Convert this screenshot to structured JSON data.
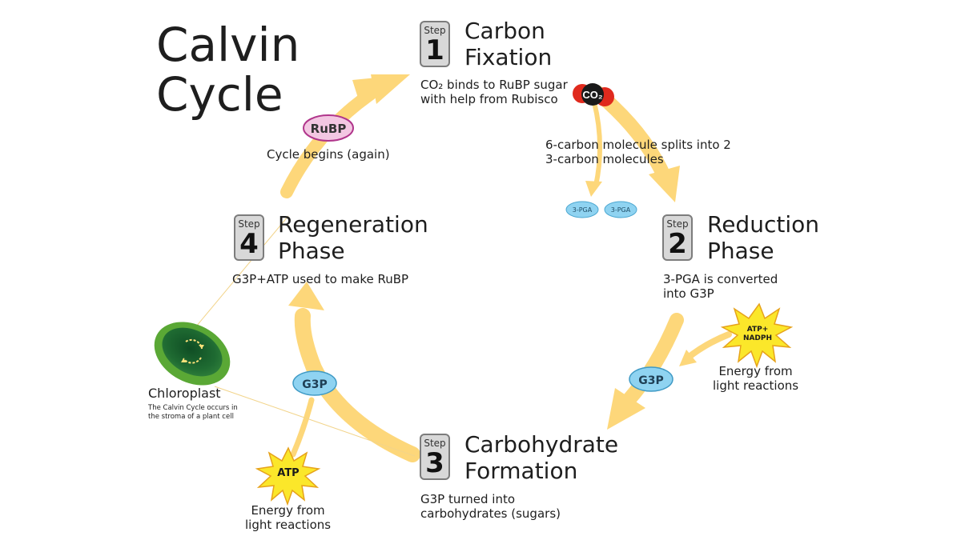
{
  "title": {
    "line1": "Calvin",
    "line2": "Cycle"
  },
  "steps": [
    {
      "badge": "Step",
      "number": "1",
      "head1": "Carbon",
      "head2": "Fixation",
      "desc1": "CO₂ binds to RuBP sugar",
      "desc2": "with help from Rubisco"
    },
    {
      "badge": "Step",
      "number": "2",
      "head1": "Reduction",
      "head2": "Phase",
      "desc1": "3-PGA is converted",
      "desc2": "into G3P"
    },
    {
      "badge": "Step",
      "number": "3",
      "head1": "Carbohydrate",
      "head2": "Formation",
      "desc1": "G3P turned into",
      "desc2": "carbohydrates (sugars)"
    },
    {
      "badge": "Step",
      "number": "4",
      "head1": "Regeneration",
      "head2": "Phase",
      "desc1": "G3P+ATP used to make RuBP",
      "desc2": ""
    }
  ],
  "molecules": {
    "co2": "CO₂",
    "rubp": "RuBP",
    "pga": "3-PGA",
    "g3p": "G3P",
    "atp": "ATP",
    "atp_nadph_1": "ATP+",
    "atp_nadph_2": "NADPH"
  },
  "notes": {
    "cycle_begins": "Cycle begins (again)",
    "split_1": "6-carbon molecule splits into 2",
    "split_2": "3-carbon molecules",
    "energy_1": "Energy from",
    "energy_2": "light reactions"
  },
  "chloroplast": {
    "label": "Chloroplast",
    "note1": "The Calvin Cycle occurs in",
    "note2": "the stroma of a plant cell"
  },
  "colors": {
    "arrow": "#fdd77a",
    "badge_fill": "#d8d8d8",
    "pga_fill": "#8fd3f1",
    "g3p_fill": "#8fd3f1",
    "rubp_fill": "#f3c7e2",
    "rubp_stroke": "#b0358b",
    "star_fill": "#fbe72a",
    "star_stroke": "#e6a21b",
    "chloroplast": "#5aa835",
    "co2_red": "#e02a1d",
    "co2_black": "#1a1a1a"
  }
}
